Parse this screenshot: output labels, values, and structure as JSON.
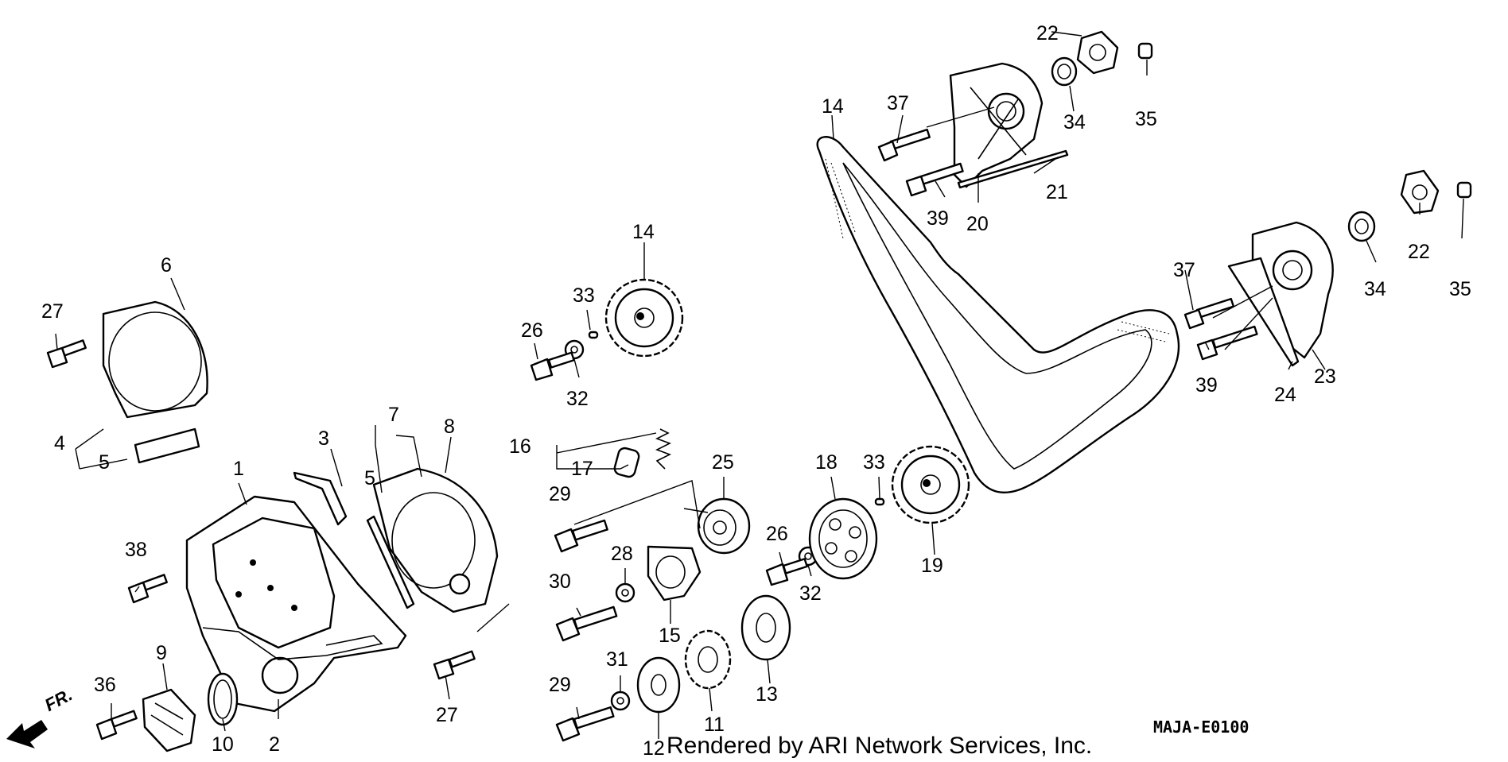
{
  "callouts": [
    {
      "id": "c1",
      "label": "1"
    },
    {
      "id": "c2",
      "label": "2"
    },
    {
      "id": "c3",
      "label": "3"
    },
    {
      "id": "c4",
      "label": "4"
    },
    {
      "id": "c5a",
      "label": "5"
    },
    {
      "id": "c5b",
      "label": "5"
    },
    {
      "id": "c6",
      "label": "6"
    },
    {
      "id": "c7",
      "label": "7"
    },
    {
      "id": "c8",
      "label": "8"
    },
    {
      "id": "c9",
      "label": "9"
    },
    {
      "id": "c10",
      "label": "10"
    },
    {
      "id": "c11",
      "label": "11"
    },
    {
      "id": "c12",
      "label": "12"
    },
    {
      "id": "c13",
      "label": "13"
    },
    {
      "id": "c14a",
      "label": "14"
    },
    {
      "id": "c14b",
      "label": "14"
    },
    {
      "id": "c15",
      "label": "15"
    },
    {
      "id": "c16",
      "label": "16"
    },
    {
      "id": "c17",
      "label": "17"
    },
    {
      "id": "c18",
      "label": "18"
    },
    {
      "id": "c19",
      "label": "19"
    },
    {
      "id": "c20",
      "label": "20"
    },
    {
      "id": "c21",
      "label": "21"
    },
    {
      "id": "c22a",
      "label": "22"
    },
    {
      "id": "c22b",
      "label": "22"
    },
    {
      "id": "c23",
      "label": "23"
    },
    {
      "id": "c24",
      "label": "24"
    },
    {
      "id": "c25",
      "label": "25"
    },
    {
      "id": "c26a",
      "label": "26"
    },
    {
      "id": "c26b",
      "label": "26"
    },
    {
      "id": "c27a",
      "label": "27"
    },
    {
      "id": "c27b",
      "label": "27"
    },
    {
      "id": "c28",
      "label": "28"
    },
    {
      "id": "c29a",
      "label": "29"
    },
    {
      "id": "c29b",
      "label": "29"
    },
    {
      "id": "c30",
      "label": "30"
    },
    {
      "id": "c31",
      "label": "31"
    },
    {
      "id": "c32a",
      "label": "32"
    },
    {
      "id": "c32b",
      "label": "32"
    },
    {
      "id": "c33a",
      "label": "33"
    },
    {
      "id": "c33b",
      "label": "33"
    },
    {
      "id": "c34a",
      "label": "34"
    },
    {
      "id": "c34b",
      "label": "34"
    },
    {
      "id": "c35a",
      "label": "35"
    },
    {
      "id": "c35b",
      "label": "35"
    },
    {
      "id": "c36",
      "label": "36"
    },
    {
      "id": "c37a",
      "label": "37"
    },
    {
      "id": "c37b",
      "label": "37"
    },
    {
      "id": "c38",
      "label": "38"
    },
    {
      "id": "c39a",
      "label": "39"
    },
    {
      "id": "c39b",
      "label": "39"
    }
  ],
  "front_label": "FR.",
  "diagram_code": "MAJA-E0100",
  "footer_credit": "Rendered by ARI Network Services, Inc."
}
